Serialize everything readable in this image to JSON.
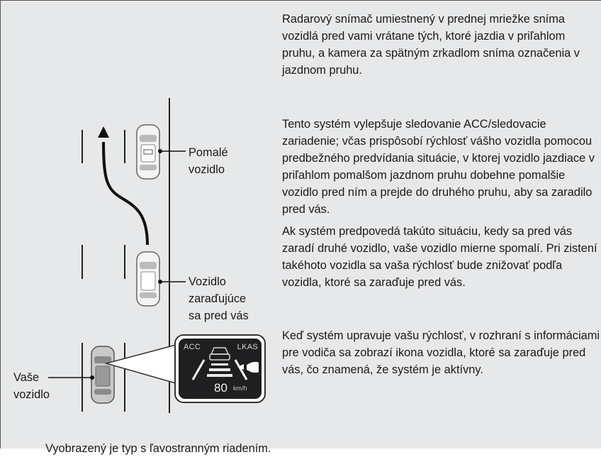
{
  "paragraphs": {
    "p1": "Radarový snímač umiestnený v prednej mriežke sníma vozidlá pred vami vrátane tých, ktoré jazdia v priľahlom pruhu, a kamera za spätným zrkadlom sníma označenia v jazdnom pruhu.",
    "p2": "Tento systém vylepšuje sledovanie ACC/sledovacie zariadenie; včas prispôsobí rýchlosť vášho vozidla pomocou predbežného predvídania situácie, v ktorej vozidlo jazdiace v priľahlom pomalšom jazdnom pruhu dobehne pomalšie vozidlo pred ním a prejde do druhého pruhu, aby sa zaradilo pred vás.",
    "p3": "Ak systém predpovedá takúto situáciu, kedy sa pred vás zaradí druhé vozidlo, vaše vozidlo mierne spomalí. Pri zistení takéhoto vozidla sa vaša rýchlosť bude znižovať podľa vozidla, ktoré sa zaraďuje pred vás.",
    "p4": "Keď systém upravuje vašu rýchlosť, v rozhraní s informáciami pre vodiča sa zobrazí ikona vozidla, ktoré sa zaraďuje pred vás, čo znamená, že systém je aktívny."
  },
  "labels": {
    "slow_vehicle": "Pomalé vozidlo",
    "merging_vehicle": "Vozidlo zaraďujúce sa pred vás",
    "own_vehicle": "Vaše vozidlo"
  },
  "hud": {
    "acc": "ACC",
    "lkas": "LKAS",
    "speed": "80",
    "unit": "km/h"
  },
  "footer": "Vyobrazený je typ s ľavostranným riadením."
}
